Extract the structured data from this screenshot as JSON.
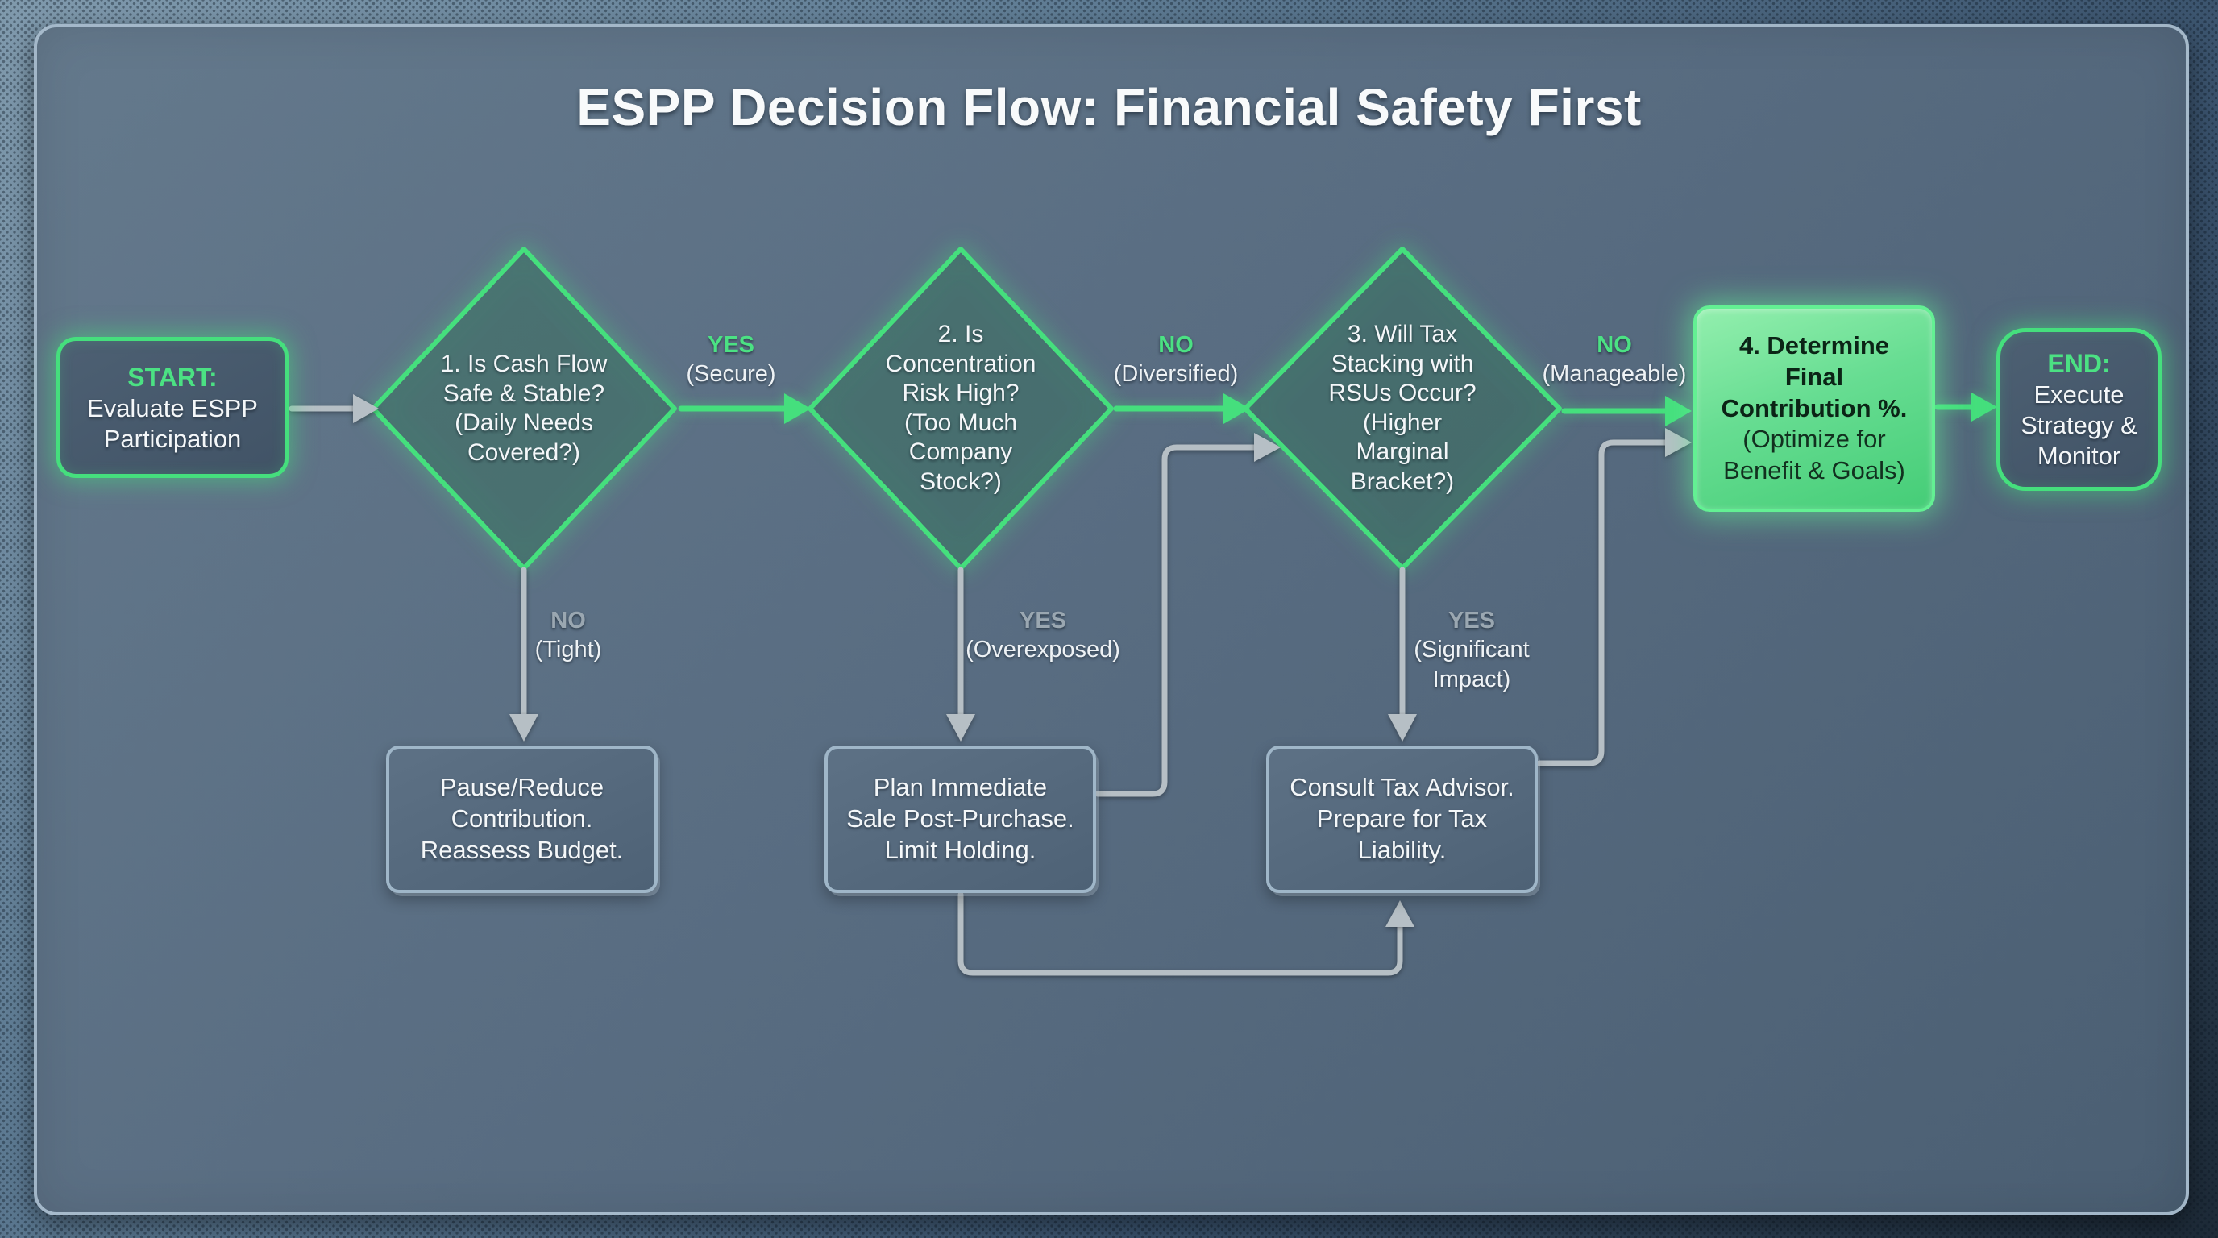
{
  "title": "ESPP Decision Flow: Financial Safety First",
  "colors": {
    "accent_green": "#45df7d",
    "final_step_fill": "#58d988",
    "final_step_text": "#12301f",
    "arrow_gray": "#b6bfc5",
    "label_gray": "#9aa7b1",
    "text_white": "#f4f7f9",
    "action_border": "#9fb6c8",
    "panel_fill": "#56697e"
  },
  "nodes": {
    "start": {
      "head": "START:",
      "body": "Evaluate ESPP\nParticipation"
    },
    "q1": {
      "label": "1. Is Cash Flow\nSafe & Stable?\n(Daily Needs\nCovered?)"
    },
    "q2": {
      "label": "2. Is\nConcentration\nRisk High?\n(Too Much\nCompany\nStock?)"
    },
    "q3": {
      "label": "3. Will Tax\nStacking with\nRSUs Occur?\n(Higher\nMarginal\nBracket?)"
    },
    "step4": {
      "head": "4. Determine\nFinal\nContribution %.",
      "sub": "(Optimize for\nBenefit & Goals)"
    },
    "end": {
      "head": "END:",
      "body": "Execute\nStrategy &\nMonitor"
    },
    "action_cashflow": {
      "label": "Pause/Reduce\nContribution.\nReassess Budget."
    },
    "action_concentration": {
      "label": "Plan Immediate\nSale Post-Purchase.\nLimit Holding."
    },
    "action_tax": {
      "label": "Consult Tax Advisor.\nPrepare for Tax\nLiability."
    }
  },
  "edge_labels": {
    "q1_yes": {
      "head": "YES",
      "sub": "(Secure)"
    },
    "q1_no": {
      "head": "NO",
      "sub": "(Tight)"
    },
    "q2_no": {
      "head": "NO",
      "sub": "(Diversified)"
    },
    "q2_yes": {
      "head": "YES",
      "sub": "(Overexposed)"
    },
    "q3_no": {
      "head": "NO",
      "sub": "(Manageable)"
    },
    "q3_yes": {
      "head": "YES",
      "sub": "(Significant\nImpact)"
    }
  }
}
